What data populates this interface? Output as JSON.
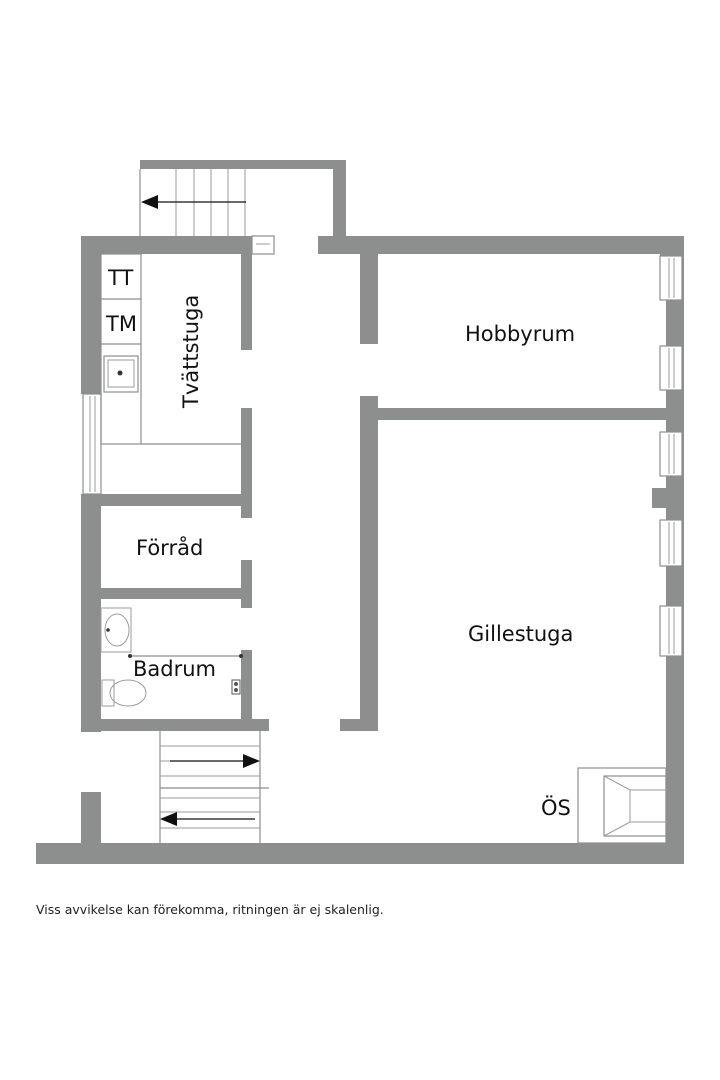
{
  "rooms": {
    "tt": "TT",
    "tm": "TM",
    "tvattstuga": "Tvättstuga",
    "hobbyrum": "Hobbyrum",
    "forrad": "Förråd",
    "badrum": "Badrum",
    "gillestuga": "Gillestuga",
    "os": "ÖS"
  },
  "disclaimer": "Viss avvikelse kan förekomma, ritningen är ej skalenlig.",
  "colors": {
    "wall": "#8c8f8e",
    "background": "#ffffff",
    "text": "#111111"
  }
}
